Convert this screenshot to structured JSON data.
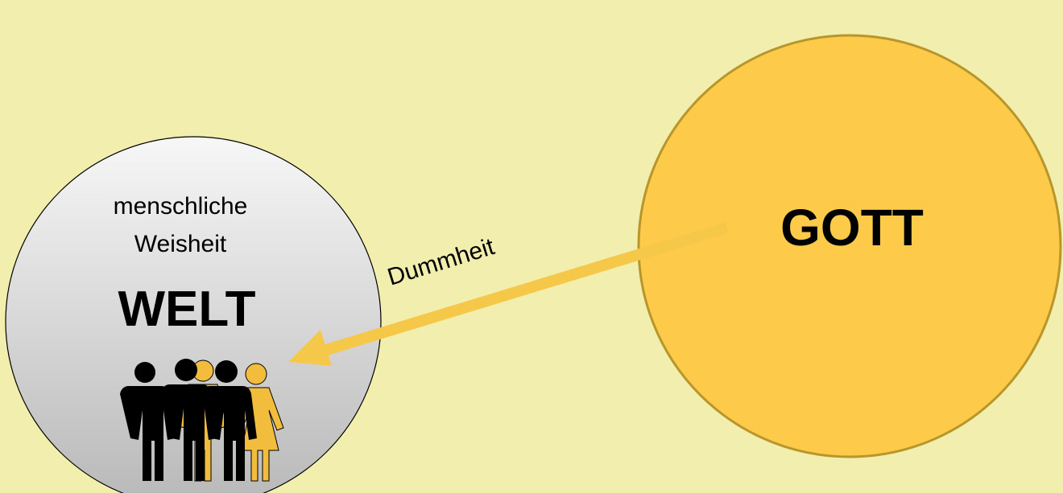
{
  "colors": {
    "background": "#f2eeae",
    "god_fill": "#fdcb49",
    "god_stroke": "#b8962a",
    "world_fill_top": "#f7f7f7",
    "world_fill_bottom": "#b8b8b8",
    "arrow": "#f6c84a",
    "people_black": "#000000",
    "people_gold": "#f2bc3c"
  },
  "welt": {
    "subtitle_line1": "menschliche",
    "subtitle_line2": "Weisheit",
    "title": "WELT",
    "icon": "people-group-icon"
  },
  "gott": {
    "title": "GOTT"
  },
  "arrow": {
    "label": "Dummheit",
    "direction": "from-gott-to-welt"
  }
}
